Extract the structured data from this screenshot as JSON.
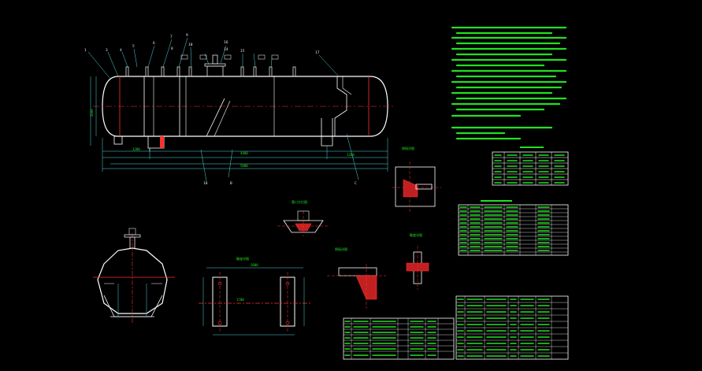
{
  "drawing": {
    "background": "#000000",
    "colors": {
      "outline": "#ffffff",
      "annotation": "#22e022",
      "dimension": "#4fd8e0",
      "centerline": "#ff3030",
      "leader": "#4fd8e0",
      "hatch": "#ff3030",
      "weld_fill": "#c22020",
      "nozzle": "#e0e0e0",
      "magenta": "#e040e0",
      "yellow": "#e8e830"
    },
    "item_numbers": [
      "1",
      "3",
      "4",
      "5",
      "6",
      "7",
      "8",
      "9",
      "10",
      "16",
      "17",
      "18",
      "14",
      "15"
    ],
    "dimension_labels": [
      "1200",
      "300",
      "4400",
      "5000",
      "2000",
      "1700"
    ],
    "section_markers": [
      "A",
      "B",
      "C"
    ],
    "detail_titles": [
      "焊接详图",
      "管口方位图",
      "鞍座详图"
    ],
    "tech_notes_lines": 12,
    "nozzle_table_rows": 8,
    "parts_table_rows": 12,
    "bom_rows": 8
  }
}
